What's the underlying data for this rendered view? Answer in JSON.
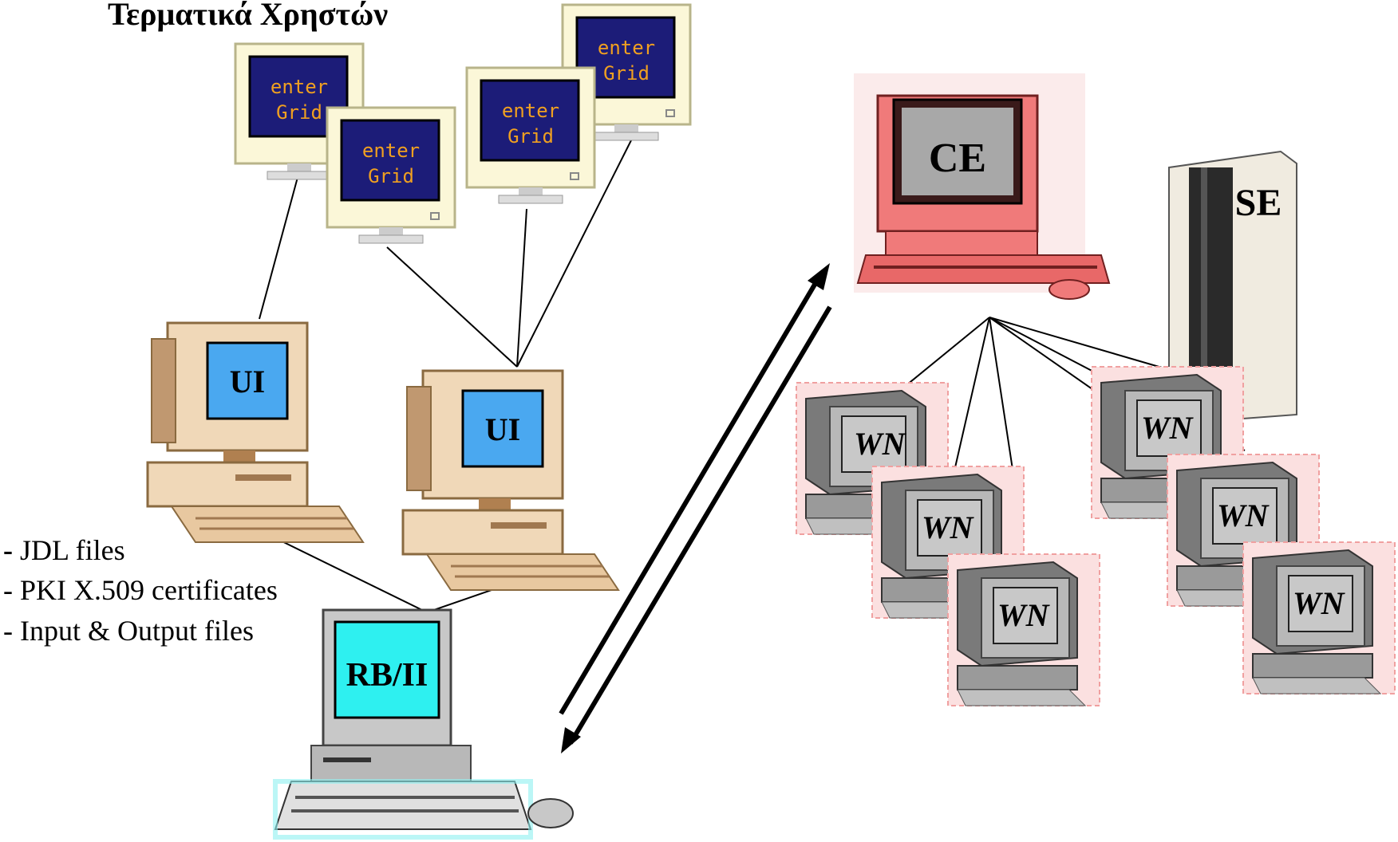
{
  "title": "Τερματικά Χρηστών",
  "terminal_screen_text": [
    "enter",
    "Grid"
  ],
  "nodes": {
    "ui": "UI",
    "rb": "RB/II",
    "ce": "CE",
    "se": "SE",
    "wn": "WN"
  },
  "notes": [
    "JDL files",
    "PKI X.509 certificates",
    "Input & Output files"
  ],
  "note_prefixes": [
    "-",
    "-",
    "-"
  ],
  "colors": {
    "terminal_screen": "#1c1c78",
    "ui_screen": "#4aa8f0",
    "rb_screen": "#2ef0f0",
    "ce_body": "#f07a7a",
    "wn_body": "#a0a0a0",
    "beige": "#f0d8b8"
  }
}
